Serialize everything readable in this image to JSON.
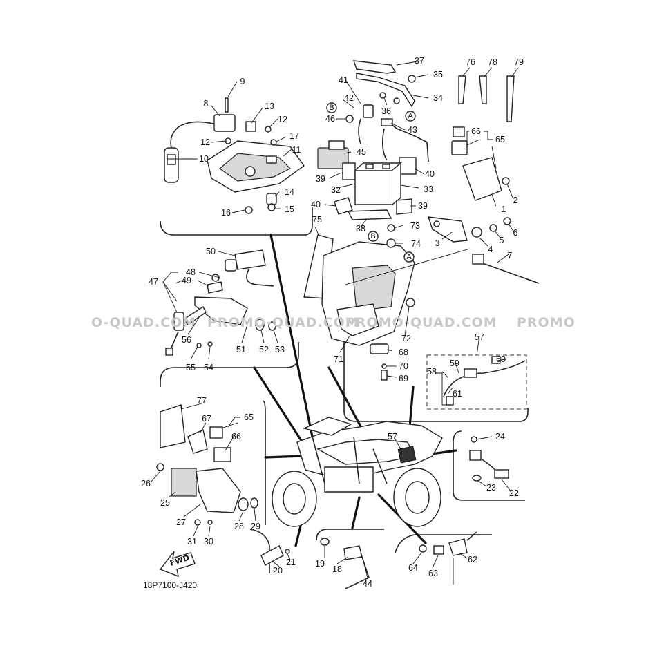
{
  "diagram_code": "18P7100-J420",
  "fwd_label": "FWD",
  "watermarks": [
    "O-QUAD.COM",
    "PROMO-QUAD.COM",
    "PROMO-QUAD.COM",
    "PROMO"
  ],
  "reference_marks": {
    "a": "A",
    "b": "B"
  },
  "callouts": {
    "c1": "1",
    "c2": "2",
    "c3": "3",
    "c4": "4",
    "c5": "5",
    "c6": "6",
    "c7": "7",
    "c8": "8",
    "c9": "9",
    "c10": "10",
    "c11": "11",
    "c12a": "12",
    "c12b": "12",
    "c13": "13",
    "c14": "14",
    "c15": "15",
    "c16": "16",
    "c17": "17",
    "c18": "18",
    "c19": "19",
    "c20": "20",
    "c21": "21",
    "c22": "22",
    "c23": "23",
    "c24": "24",
    "c25": "25",
    "c26": "26",
    "c27": "27",
    "c28": "28",
    "c29": "29",
    "c30": "30",
    "c31": "31",
    "c32": "32",
    "c33": "33",
    "c34": "34",
    "c35": "35",
    "c36": "36",
    "c37": "37",
    "c39a": "39",
    "c39b": "39",
    "c40a": "40",
    "c40b": "40",
    "c41": "41",
    "c42": "42",
    "c43": "43",
    "c44": "44",
    "c45": "45",
    "c46": "46",
    "c47": "47",
    "c48": "48",
    "c49": "49",
    "c50": "50",
    "c51": "51",
    "c52": "52",
    "c53": "53",
    "c54": "54",
    "c55": "55",
    "c56": "56",
    "c57a": "57",
    "c57b": "57",
    "c58": "58",
    "c59": "59",
    "c60": "60",
    "c61": "61",
    "c62": "62",
    "c63": "63",
    "c64": "64",
    "c65a": "65",
    "c65b": "65",
    "c66a": "66",
    "c66b": "66",
    "c67": "67",
    "c68": "68",
    "c69": "69",
    "c70": "70",
    "c71": "71",
    "c72": "72",
    "c73": "73",
    "c74": "74",
    "c75": "75",
    "c76": "76",
    "c77": "77",
    "c78": "78",
    "c79": "79",
    "c38": "38"
  }
}
